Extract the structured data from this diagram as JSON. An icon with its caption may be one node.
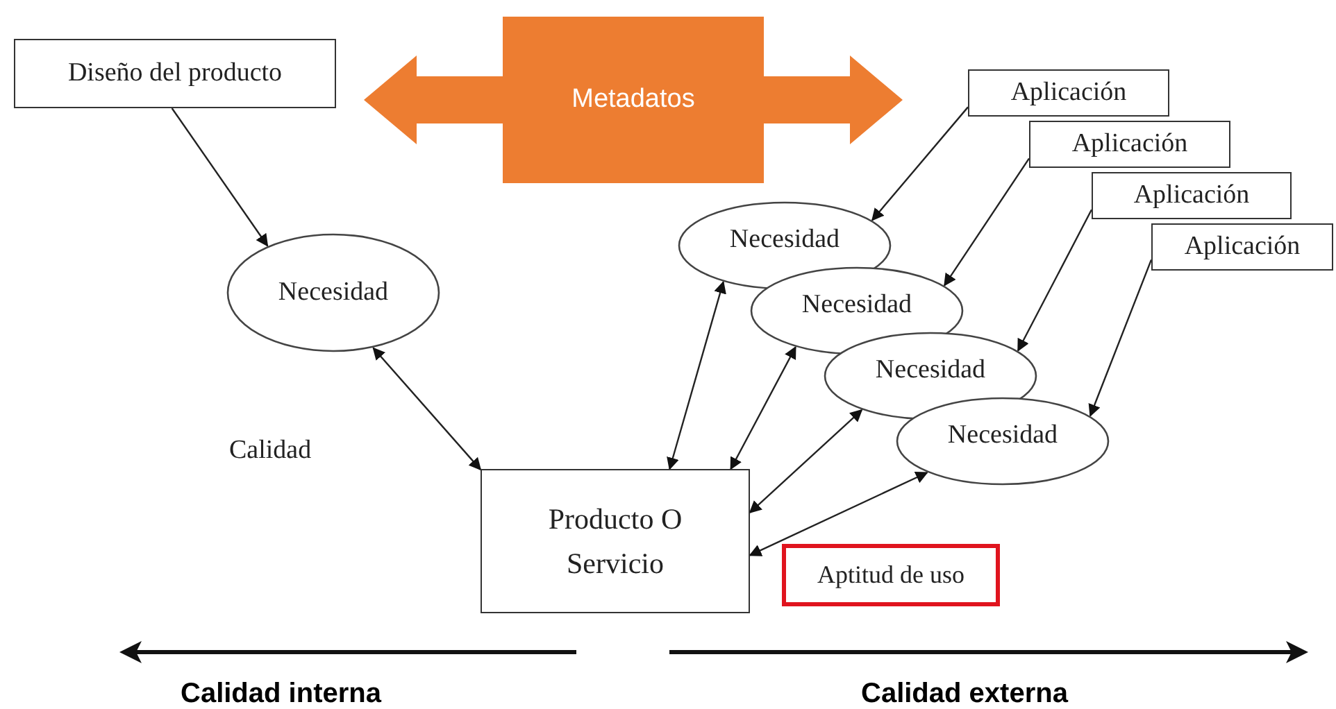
{
  "diagram": {
    "nodes": [
      {
        "text": [
          "Diseño del producto"
        ]
      },
      {
        "text": [
          "Metadatos"
        ]
      },
      {
        "text": [
          "Necesidad"
        ]
      },
      {
        "text": [
          "Producto O Servicio"
        ]
      },
      {
        "text": [
          "Aplicación"
        ]
      },
      {
        "text": [
          "Aplicación"
        ]
      },
      {
        "text": [
          "Aplicación"
        ]
      },
      {
        "text": [
          "Aplicación"
        ]
      },
      {
        "text": [
          "Necesidad"
        ]
      },
      {
        "text": [
          "Necesidad"
        ]
      },
      {
        "text": [
          "Necesidad"
        ]
      },
      {
        "text": [
          "Necesidad"
        ]
      },
      {
        "text": [
          "Aptitud de uso"
        ]
      }
    ],
    "edges": [
      {
        "from": 0,
        "to": 2,
        "arrow": "to"
      },
      {
        "from": 2,
        "to": 3,
        "arrow": "both"
      },
      {
        "from": 4,
        "to": 8,
        "arrow": "to"
      },
      {
        "from": 5,
        "to": 9,
        "arrow": "to"
      },
      {
        "from": 6,
        "to": 10,
        "arrow": "to"
      },
      {
        "from": 7,
        "to": 11,
        "arrow": "to"
      },
      {
        "from": 8,
        "to": 3,
        "arrow": "both"
      },
      {
        "from": 9,
        "to": 3,
        "arrow": "both"
      },
      {
        "from": 10,
        "to": 3,
        "arrow": "both"
      },
      {
        "from": 11,
        "to": 3,
        "arrow": "both"
      }
    ],
    "labels": [
      "Calidad",
      "Calidad interna",
      "Calidad externa"
    ]
  }
}
